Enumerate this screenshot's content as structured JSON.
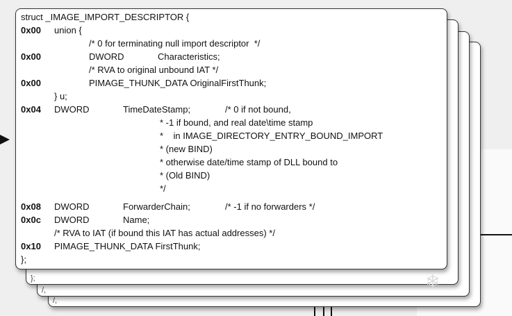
{
  "struct": {
    "header": "struct _IMAGE_IMPORT_DESCRIPTOR {",
    "lines": [
      {
        "offset": "0x00",
        "a": "union {",
        "b": "",
        "c": ""
      },
      {
        "offset": "",
        "a": "",
        "b": "/* 0 for terminating null import descriptor  */",
        "c": ""
      },
      {
        "offset": "0x00",
        "a": "",
        "b": "DWORD",
        "c": "Characteristics;"
      },
      {
        "offset": "",
        "a": "",
        "b": "/* RVA to original unbound IAT */",
        "c": ""
      },
      {
        "offset": "0x00",
        "a": "",
        "b": "PIMAGE_THUNK_DATA OriginalFirstThunk;",
        "c": ""
      },
      {
        "offset": "",
        "a": "} u;",
        "b": "",
        "c": ""
      }
    ],
    "timestamp": {
      "offset": "0x04",
      "type": "DWORD",
      "name": "TimeDateStamp;",
      "comment": "/* 0 if not bound,"
    },
    "timestamp_comment": [
      "* -1 if bound, and real date\\time stamp",
      "*    in IMAGE_DIRECTORY_ENTRY_BOUND_IMPORT",
      "* (new BIND)",
      "* otherwise date/time stamp of DLL bound to",
      "* (Old BIND)",
      "*/"
    ],
    "forwarder": {
      "offset": "0x08",
      "type": "DWORD",
      "name": "ForwarderChain;",
      "comment": "/* -1 if no forwarders */"
    },
    "name_field": {
      "offset": "0x0c",
      "type": "DWORD",
      "name": "Name;"
    },
    "iat_comment": "/* RVA to IAT (if bound this IAT has actual addresses) */",
    "first_thunk": {
      "offset": "0x10",
      "decl": "PIMAGE_THUNK_DATA FirstThunk;"
    },
    "footer": "};"
  },
  "back_cards": {
    "footer1": "};",
    "footer2": "/,",
    "footer3": "/,"
  },
  "watermark": "看雪"
}
